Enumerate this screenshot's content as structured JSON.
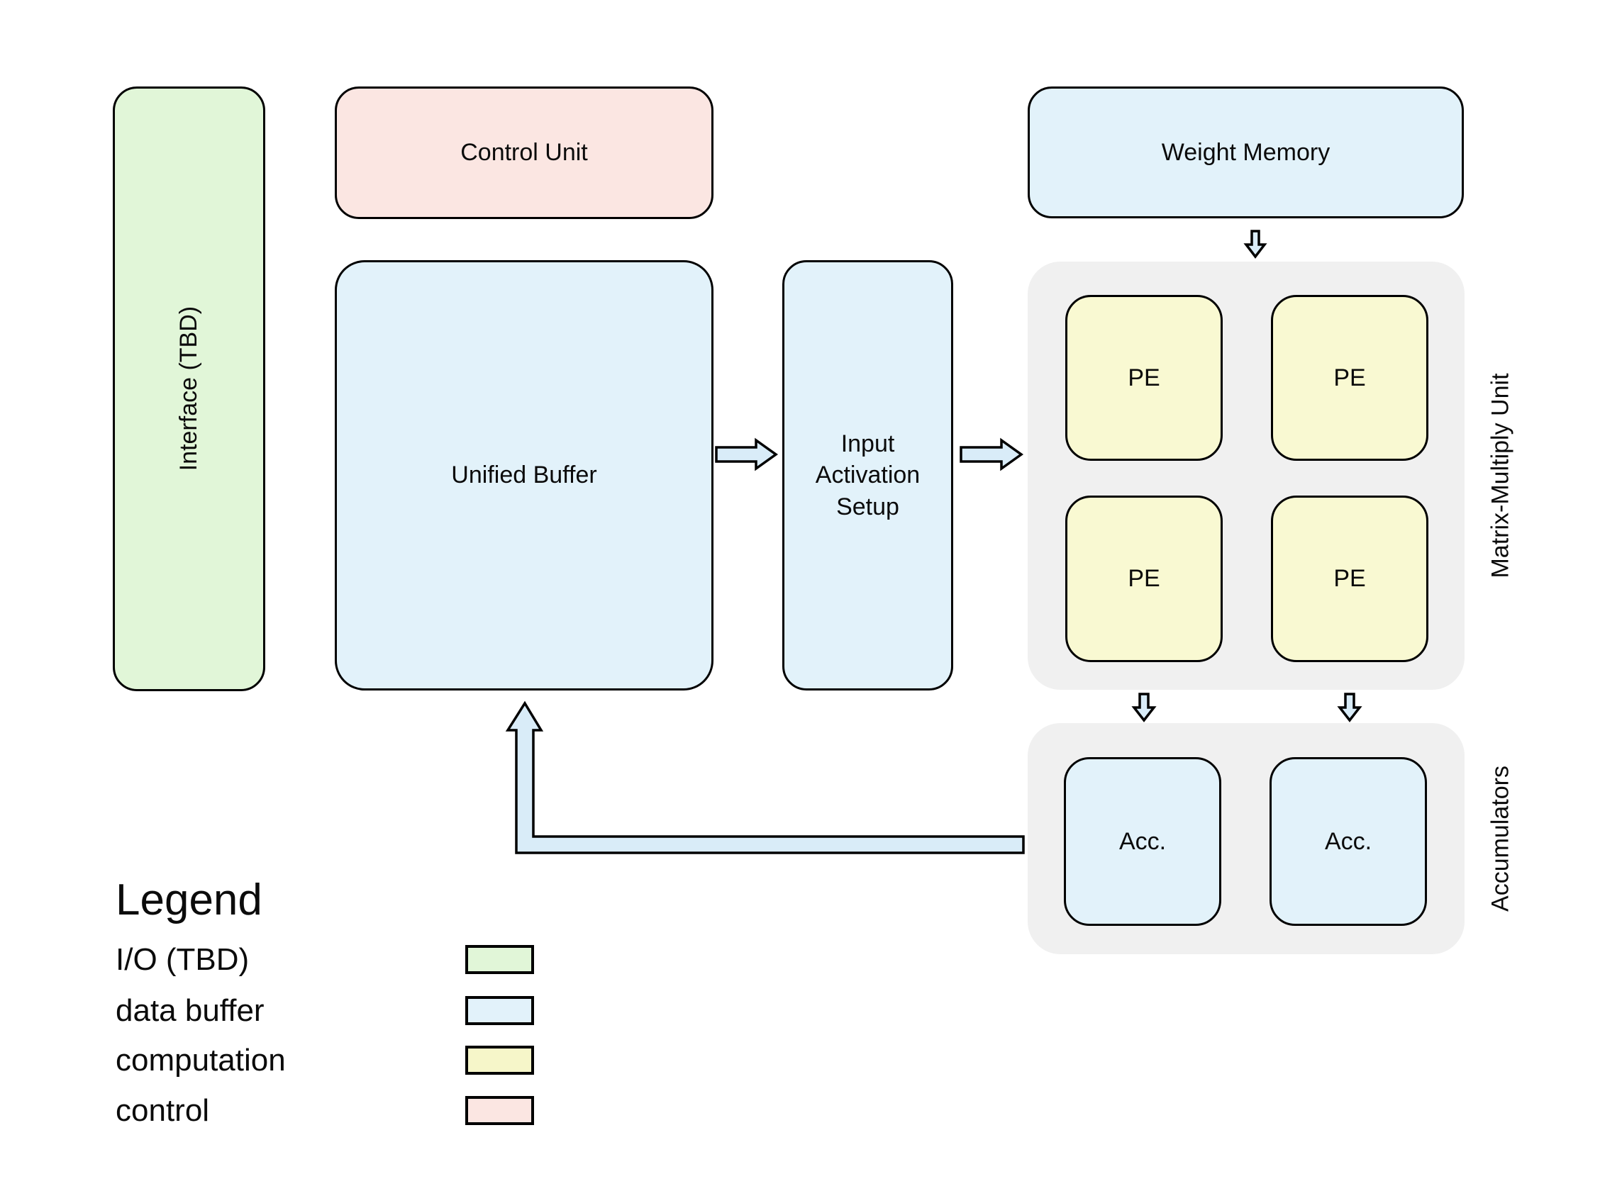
{
  "blocks": {
    "interface": {
      "label": "Interface (TBD)",
      "color": "#e1f6d8"
    },
    "control_unit": {
      "label": "Control Unit",
      "color": "#fbe6e2"
    },
    "unified_buffer": {
      "label": "Unified Buffer",
      "color": "#e2f2fa"
    },
    "input_activation_setup": {
      "label": "Input Activation Setup",
      "color": "#e2f2fa"
    },
    "weight_memory": {
      "label": "Weight Memory",
      "color": "#e2f2fa"
    },
    "matrix_multiply_unit": {
      "label": "Matrix-Multiply Unit",
      "color": "#f0f0f0",
      "pe_color": "#f9f9d2",
      "pes": [
        {
          "label": "PE"
        },
        {
          "label": "PE"
        },
        {
          "label": "PE"
        },
        {
          "label": "PE"
        }
      ]
    },
    "accumulators": {
      "label": "Accumulators",
      "color": "#f0f0f0",
      "acc_color": "#e2f2fa",
      "accs": [
        {
          "label": "Acc."
        },
        {
          "label": "Acc."
        }
      ]
    }
  },
  "arrows": {
    "fill": "#d9ecf8",
    "outline": "#000000"
  },
  "legend": {
    "title": "Legend",
    "items": [
      {
        "label": "I/O (TBD)",
        "color": "#e1f6d8"
      },
      {
        "label": "data buffer",
        "color": "#e2f2fa"
      },
      {
        "label": "computation",
        "color": "#f6f6c9"
      },
      {
        "label": "control",
        "color": "#fbe6e2"
      }
    ]
  }
}
